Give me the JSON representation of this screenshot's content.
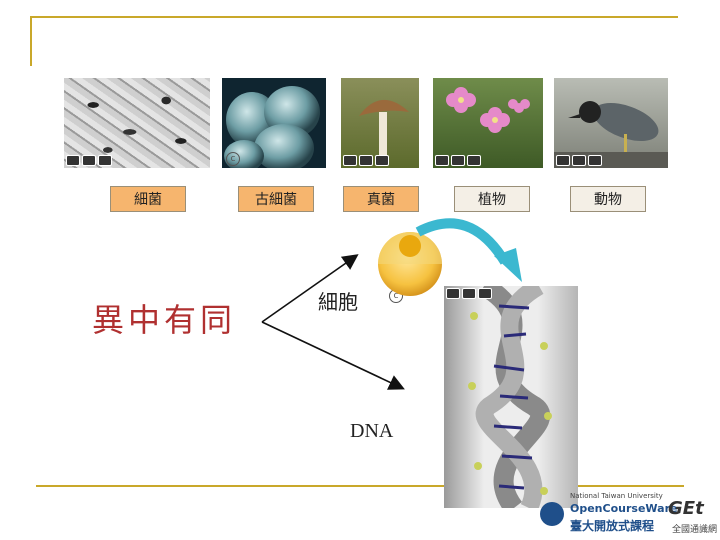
{
  "labels": {
    "bacteria": "細菌",
    "archaea": "古細菌",
    "fungi": "真菌",
    "plants": "植物",
    "animals": "動物"
  },
  "center": {
    "heading": "異中有同",
    "cell": "細胞",
    "dna": "DNA"
  },
  "footer": {
    "university_en": "National Taiwan University",
    "ocw": "OpenCourseWare",
    "ocw_zh": "臺大開放式課程",
    "get": "GEt",
    "get_zh": "全國通識網"
  },
  "colors": {
    "accent": "#c9a82a",
    "label_highlight": "#f6b56e",
    "heading": "#b03030",
    "arrow": "#3bb8d0"
  }
}
